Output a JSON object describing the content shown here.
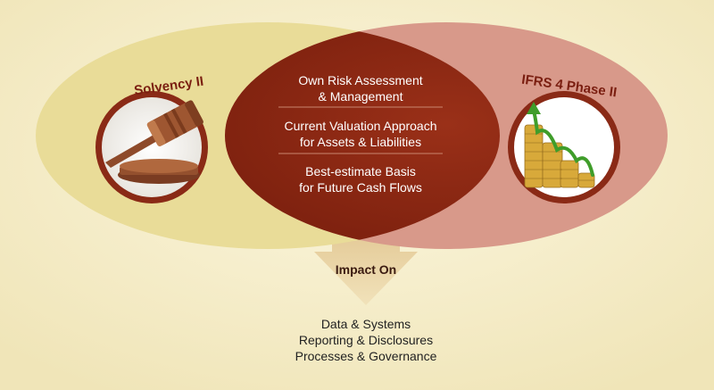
{
  "colors": {
    "background": "#f6f0d0",
    "left_ellipse": "#e9dc98",
    "right_ellipse": "#d8998a",
    "overlap": "#8c2a16",
    "circle_ring": "#8a2a16",
    "label_text": "#7a1e10",
    "arrow": "#e7cfa0"
  },
  "left": {
    "label": "Solvency II",
    "icon": "gavel-icon"
  },
  "right": {
    "label": "IFRS 4 Phase II",
    "icon": "rising-coins-arrow-icon"
  },
  "overlap_items": [
    {
      "line1": "Own Risk Assessment",
      "line2": "& Management"
    },
    {
      "line1": "Current Valuation Approach",
      "line2": "for Assets & Liabilities"
    },
    {
      "line1": "Best-estimate Basis",
      "line2": "for Future Cash Flows"
    }
  ],
  "arrow": {
    "label": "Impact On"
  },
  "impacts": [
    "Data & Systems",
    "Reporting & Disclosures",
    "Processes & Governance"
  ]
}
